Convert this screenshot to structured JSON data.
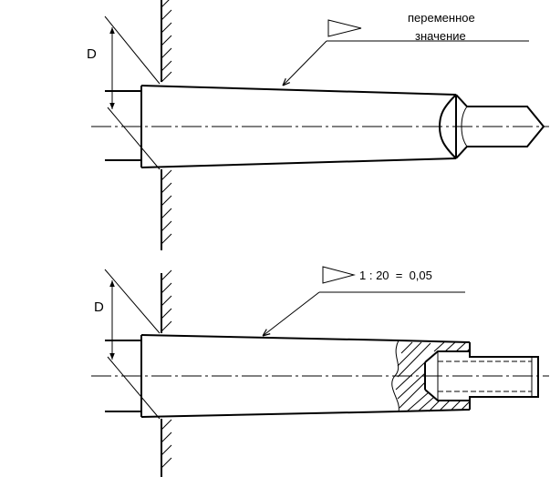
{
  "top_view": {
    "diameter_label": "D",
    "taper_note_line1": "переменное",
    "taper_note_line2": "значение"
  },
  "bottom_view": {
    "diameter_label": "D",
    "taper_ratio": "1 : 20  =  0,05"
  }
}
